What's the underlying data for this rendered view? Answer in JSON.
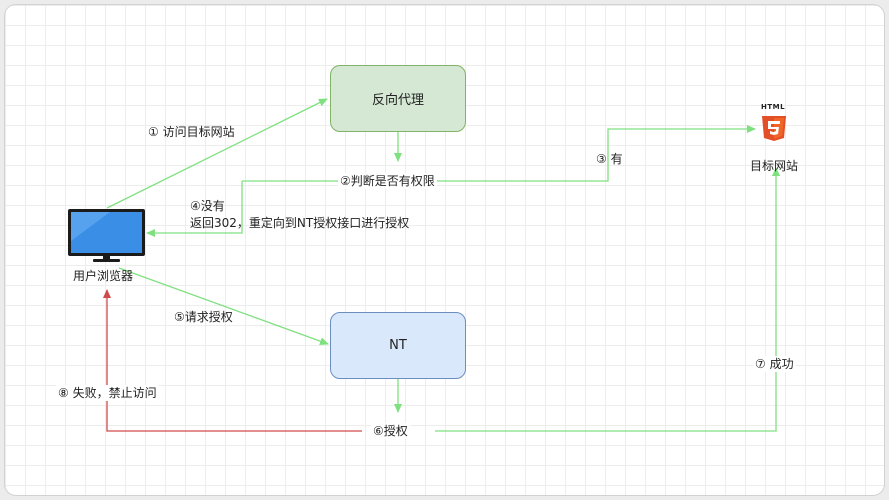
{
  "nodes": {
    "proxy": "反向代理",
    "nt": "NT",
    "browser": "用户浏览器",
    "target": "目标网站",
    "html5_badge_text": "HTML",
    "html5_badge_digit": "5"
  },
  "edges": {
    "visit": "① 访问目标网站",
    "check": "②判断是否有权限",
    "yes": "③ 有",
    "no_line1": "④没有",
    "no_line2": "返回302，重定向到NT授权接口进行授权",
    "request": "⑤请求授权",
    "auth": "⑥授权",
    "success": "⑦ 成功",
    "fail": "⑧ 失败，禁止访问"
  },
  "colors": {
    "green_line": "#7fe07f",
    "red_line": "#d04a4a",
    "proxy_fill": "#d5e8d4",
    "nt_fill": "#dae8fc",
    "html5_orange": "#e34f26"
  }
}
